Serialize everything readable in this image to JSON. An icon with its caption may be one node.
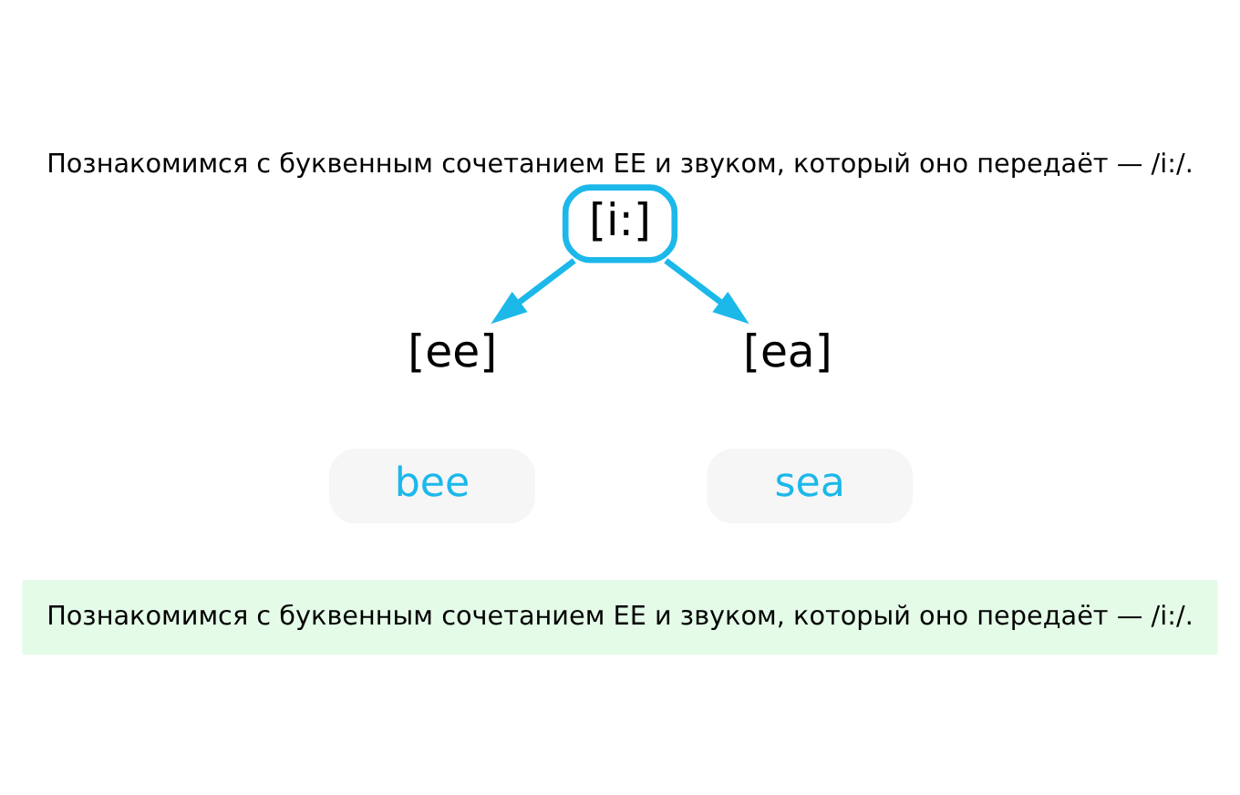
{
  "diagram": {
    "title": "Познакомимся с буквенным сочетанием ЕЕ и звуком, который оно передаёт — /i:/.",
    "nodes": [
      {
        "text": [
          "[i:]"
        ]
      },
      {
        "text": [
          "[ee]"
        ]
      },
      {
        "text": [
          "[ea]"
        ]
      },
      {
        "text": [
          "bee"
        ]
      },
      {
        "text": [
          "sea"
        ]
      },
      {
        "text": [
          "Познакомимся с буквенным сочетанием ЕЕ и звуком, который оно передаёт — /i:/."
        ]
      }
    ],
    "edges": [
      {
        "from": 0,
        "to": 1,
        "arrow": "to",
        "color": "#1cb8ea"
      },
      {
        "from": 0,
        "to": 2,
        "arrow": "to",
        "color": "#1cb8ea"
      }
    ]
  }
}
